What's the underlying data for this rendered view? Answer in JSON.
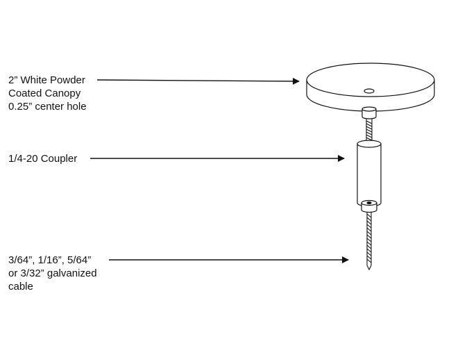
{
  "callouts": {
    "canopy": {
      "lines": [
        "2” White Powder",
        "Coated Canopy",
        "0.25” center hole"
      ]
    },
    "coupler": {
      "lines": [
        "1/4-20 Coupler"
      ]
    },
    "cable": {
      "lines": [
        "3/64”, 1/16”, 5/64”",
        "or 3/32” galvanized",
        "cable"
      ]
    }
  },
  "colors": {
    "line": "#111111",
    "fill": "#ffffff",
    "background": "#ffffff"
  }
}
